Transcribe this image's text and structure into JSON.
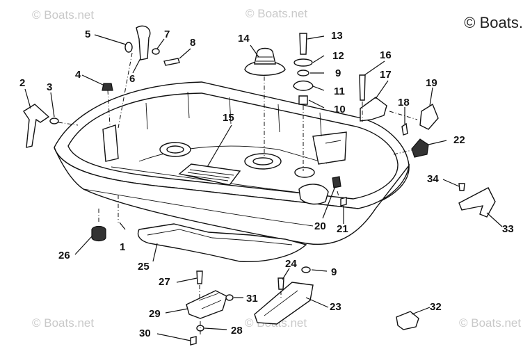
{
  "watermarks": [
    "© Boats.net",
    "© Boats.net",
    "© Boats.net",
    "© Boats.net",
    "© Boats.net"
  ],
  "copyright": "© Boats.",
  "callouts": [
    "1",
    "2",
    "3",
    "4",
    "5",
    "6",
    "7",
    "8",
    "9",
    "9",
    "10",
    "11",
    "12",
    "13",
    "14",
    "15",
    "16",
    "17",
    "18",
    "19",
    "20",
    "21",
    "22",
    "23",
    "24",
    "25",
    "26",
    "27",
    "28",
    "29",
    "30",
    "31",
    "32",
    "33",
    "34"
  ]
}
